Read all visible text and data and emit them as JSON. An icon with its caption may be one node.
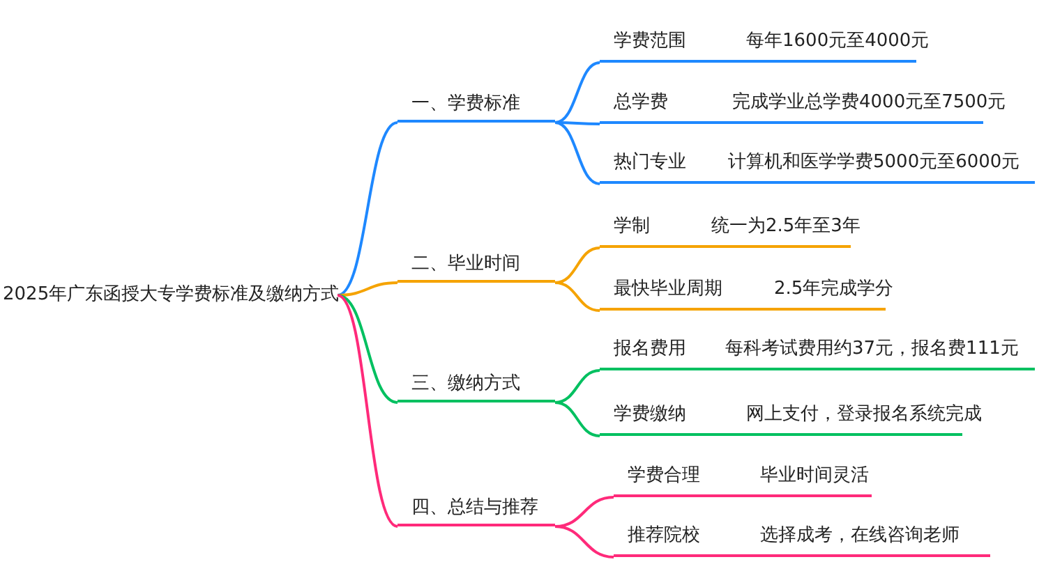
{
  "diagram": {
    "nodes": [
      {
        "text": [
          "2025年广东函授大专学费标准及缴纳方式"
        ]
      },
      {
        "text": [
          "一、学费标准"
        ]
      },
      {
        "text": [
          "二、毕业时间"
        ]
      },
      {
        "text": [
          "三、缴纳方式"
        ]
      },
      {
        "text": [
          "四、总结与推荐"
        ]
      },
      {
        "text": [
          "学费范围",
          "每年1600元至4000元"
        ]
      },
      {
        "text": [
          "总学费",
          "完成学业总学费4000元至7500元"
        ]
      },
      {
        "text": [
          "热门专业",
          "计算机和医学学费5000元至6000元"
        ]
      },
      {
        "text": [
          "学制",
          "统一为2.5年至3年"
        ]
      },
      {
        "text": [
          "最快毕业周期",
          "2.5年完成学分"
        ]
      },
      {
        "text": [
          "报名费用",
          "每科考试费用约37元，报名费111元"
        ]
      },
      {
        "text": [
          "学费缴纳",
          "网上支付，登录报名系统完成"
        ]
      },
      {
        "text": [
          "学费合理",
          "毕业时间灵活"
        ]
      },
      {
        "text": [
          "推荐院校",
          "选择成考，在线咨询老师"
        ]
      }
    ],
    "edges": [
      {
        "from": 0,
        "to": 1,
        "arrow": "none",
        "color": "#1e88ff"
      },
      {
        "from": 0,
        "to": 2,
        "arrow": "none",
        "color": "#f5a300"
      },
      {
        "from": 0,
        "to": 3,
        "arrow": "none",
        "color": "#00c060"
      },
      {
        "from": 0,
        "to": 4,
        "arrow": "none",
        "color": "#ff2a7a"
      },
      {
        "from": 1,
        "to": 5,
        "arrow": "none",
        "color": "#1e88ff"
      },
      {
        "from": 1,
        "to": 6,
        "arrow": "none",
        "color": "#1e88ff"
      },
      {
        "from": 1,
        "to": 7,
        "arrow": "none",
        "color": "#1e88ff"
      },
      {
        "from": 2,
        "to": 8,
        "arrow": "none",
        "color": "#f5a300"
      },
      {
        "from": 2,
        "to": 9,
        "arrow": "none",
        "color": "#f5a300"
      },
      {
        "from": 3,
        "to": 10,
        "arrow": "none",
        "color": "#00c060"
      },
      {
        "from": 3,
        "to": 11,
        "arrow": "none",
        "color": "#00c060"
      },
      {
        "from": 4,
        "to": 12,
        "arrow": "none",
        "color": "#ff2a7a"
      },
      {
        "from": 4,
        "to": 13,
        "arrow": "none",
        "color": "#ff2a7a"
      }
    ]
  }
}
